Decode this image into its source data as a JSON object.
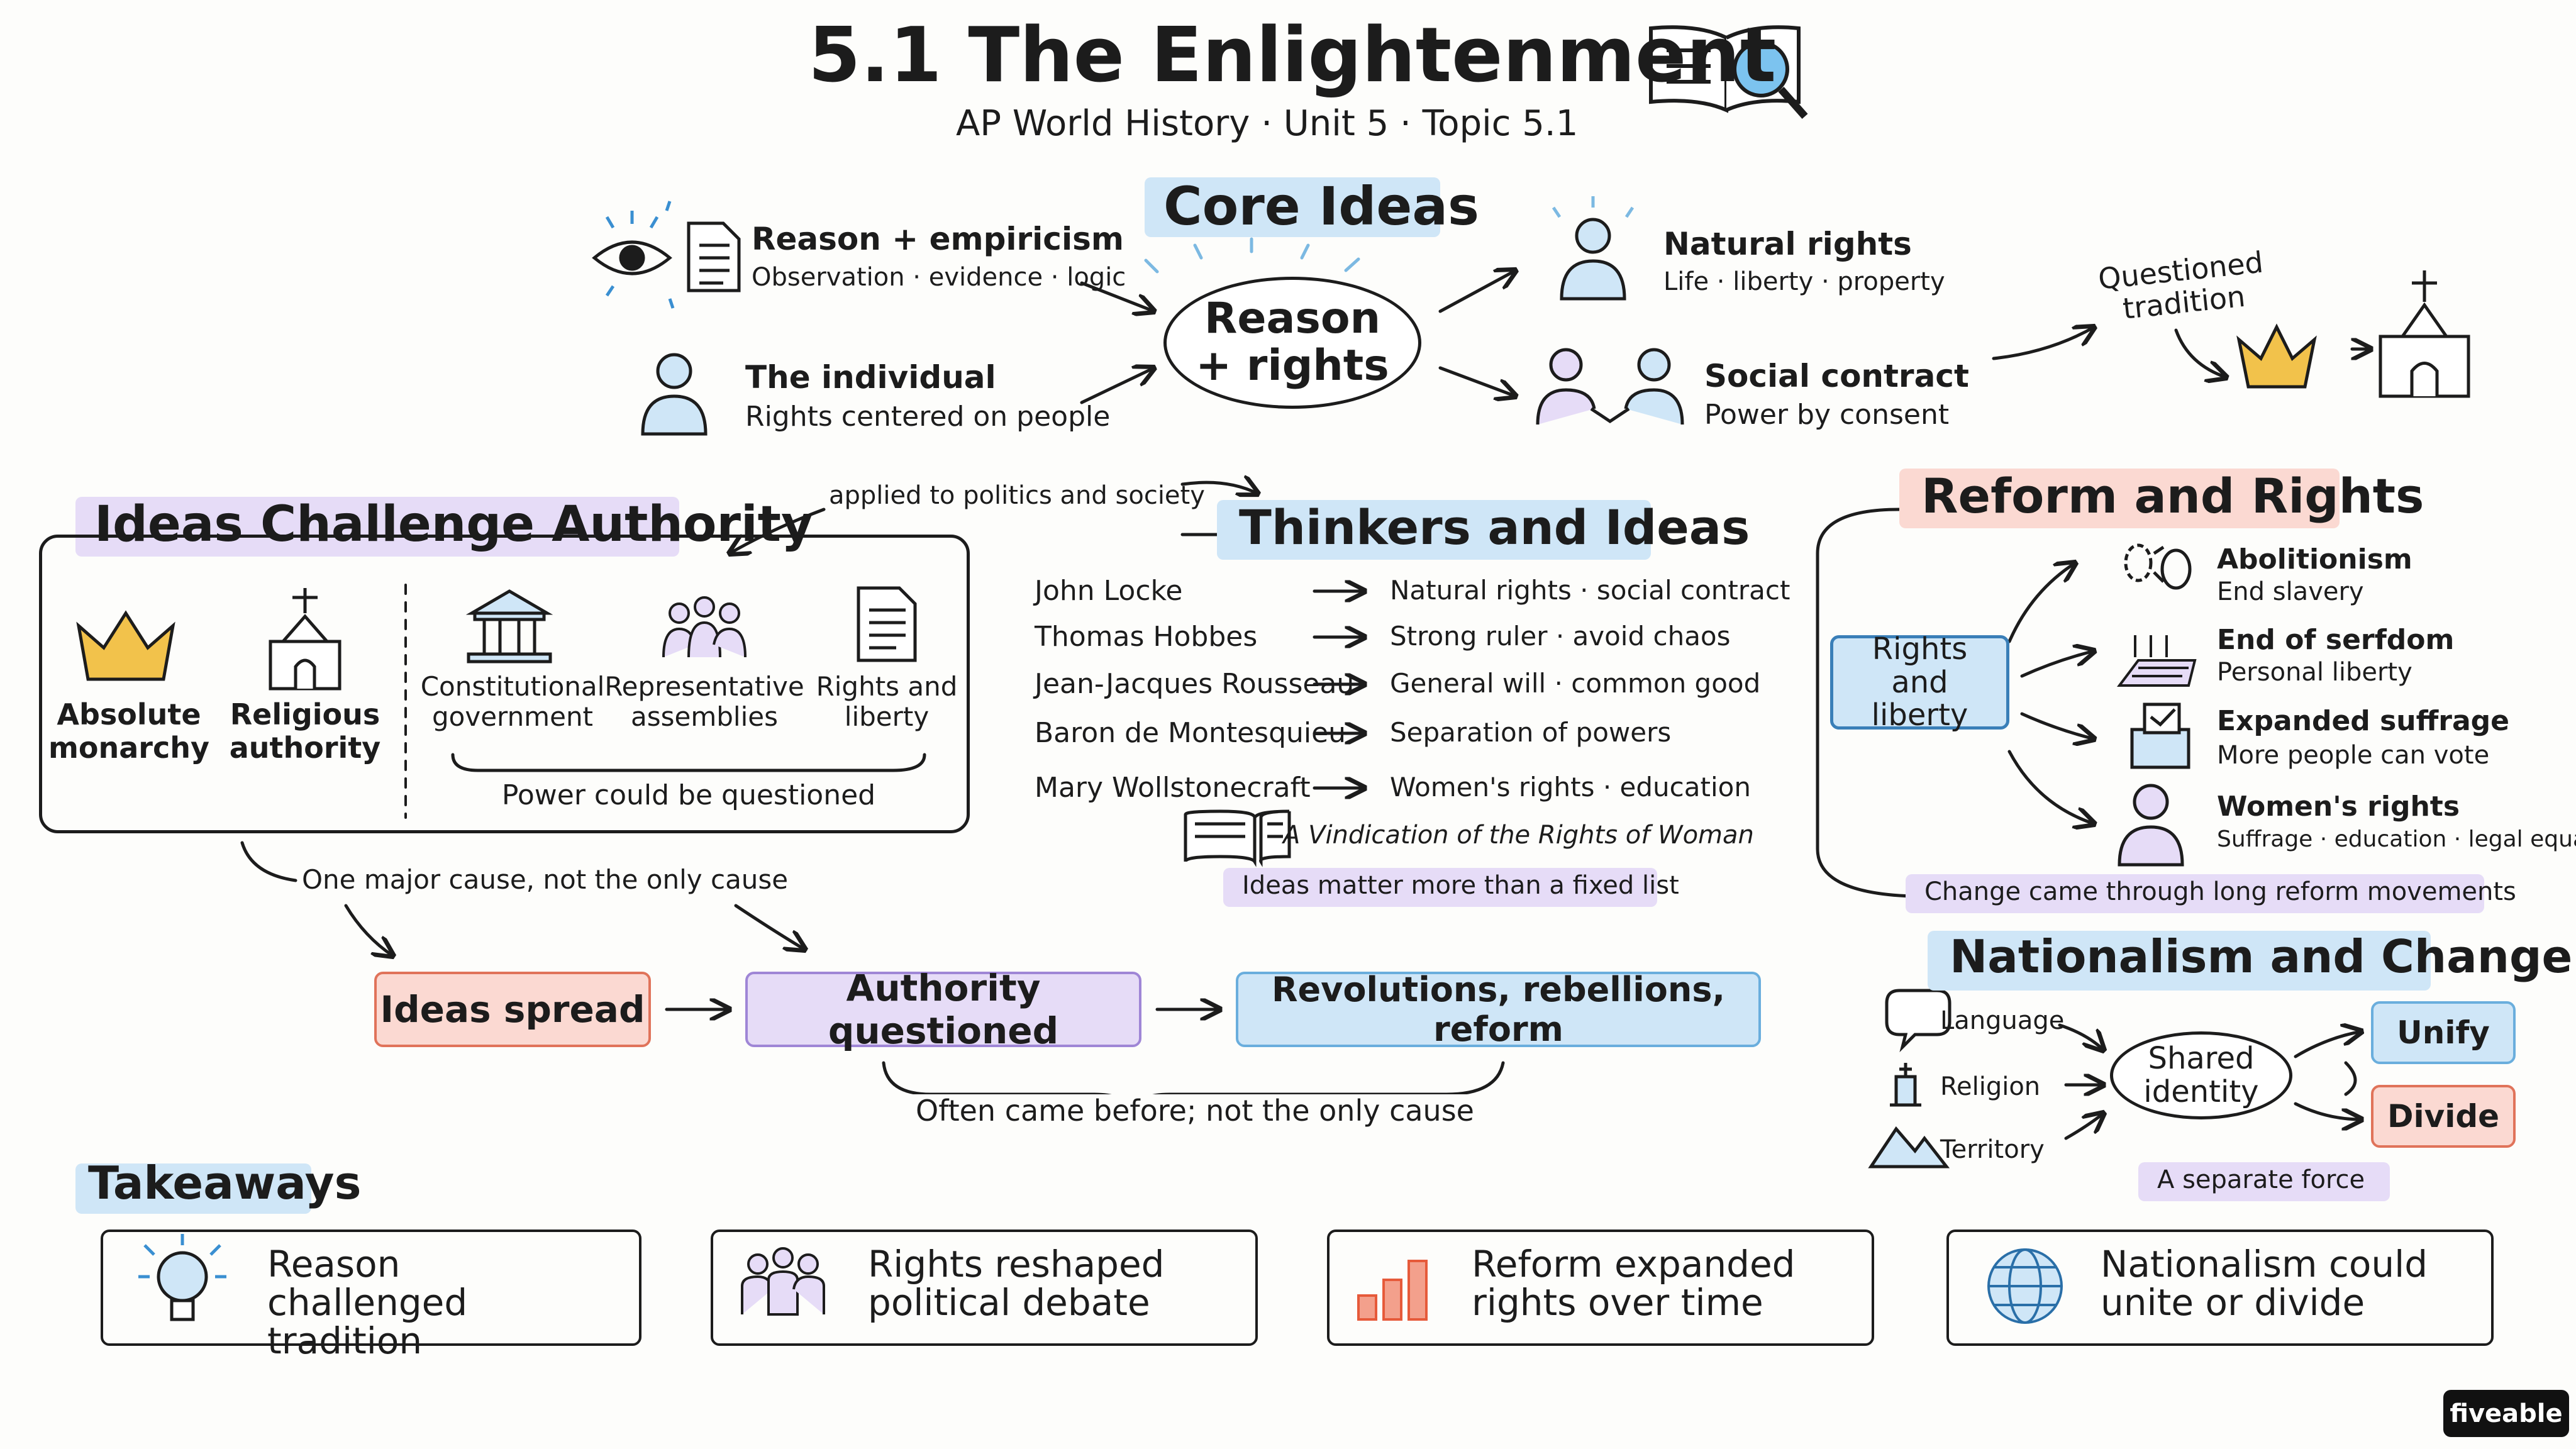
{
  "header": {
    "title": "5.1 The Enlightenment",
    "subtitle": "AP World History · Unit 5 · Topic 5.1",
    "title_icon": "book-magnifier-icon"
  },
  "core": {
    "title": "Core Ideas",
    "hub": "Reason + rights",
    "reason": {
      "title": "Reason + empiricism",
      "sub": "Observation · evidence · logic"
    },
    "individual": {
      "title": "The individual",
      "sub": "Rights centered on people"
    },
    "natural": {
      "title": "Natural rights",
      "sub": "Life · liberty · property"
    },
    "social": {
      "title": "Social contract",
      "sub": "Power by consent"
    },
    "questioned": "Questioned tradition"
  },
  "challenge": {
    "title": "Ideas Challenge Authority",
    "applied": "applied to politics and society",
    "items": [
      "Absolute monarchy",
      "Religious authority",
      "Constitutional government",
      "Representative assemblies",
      "Rights and liberty"
    ],
    "bracket": "Power could be questioned",
    "cause_note": "One major cause, not the only cause"
  },
  "thinkers": {
    "title": "Thinkers and Ideas",
    "rows": [
      {
        "name": "John Locke",
        "idea": "Natural rights · social contract"
      },
      {
        "name": "Thomas Hobbes",
        "idea": "Strong ruler · avoid chaos"
      },
      {
        "name": "Jean-Jacques Rousseau",
        "idea": "General will · common good"
      },
      {
        "name": "Baron de Montesquieu",
        "idea": "Separation of powers"
      },
      {
        "name": "Mary Wollstonecraft",
        "idea": "Women's rights · education"
      }
    ],
    "book": "A Vindication of the Rights of Woman",
    "note": "Ideas matter more than a fixed list"
  },
  "flow": {
    "steps": [
      "Ideas spread",
      "Authority questioned",
      "Revolutions, rebellions, reform"
    ],
    "note": "Often came before; not the only cause"
  },
  "reform": {
    "title": "Reform and Rights",
    "hub": "Rights and liberty",
    "items": [
      {
        "title": "Abolitionism",
        "sub": "End slavery"
      },
      {
        "title": "End of serfdom",
        "sub": "Personal liberty"
      },
      {
        "title": "Expanded suffrage",
        "sub": "More people can vote"
      },
      {
        "title": "Women's rights",
        "sub": "Suffrage · education · legal equality"
      }
    ],
    "note": "Change came through long reform movements"
  },
  "nation": {
    "title": "Nationalism and Change",
    "inputs": [
      "Language",
      "Religion",
      "Territory"
    ],
    "hub": "Shared identity",
    "unify": "Unify",
    "divide": "Divide",
    "note": "A separate force"
  },
  "takeaways": {
    "title": "Takeaways",
    "items": [
      {
        "text": "Reason challenged tradition",
        "icon": "lightbulb-icon"
      },
      {
        "text": "Rights reshaped political debate",
        "icon": "people-icon"
      },
      {
        "text": "Reform expanded rights over time",
        "icon": "bar-chart-icon"
      },
      {
        "text": "Nationalism could unite or divide",
        "icon": "globe-icon"
      }
    ]
  },
  "brand": "fiveable",
  "colors": {
    "blue": "#cfe6f7",
    "purple": "#e6dcf7",
    "red": "#fbd9d2",
    "ink": "#1c1c1c",
    "gold": "#f2c24b"
  }
}
